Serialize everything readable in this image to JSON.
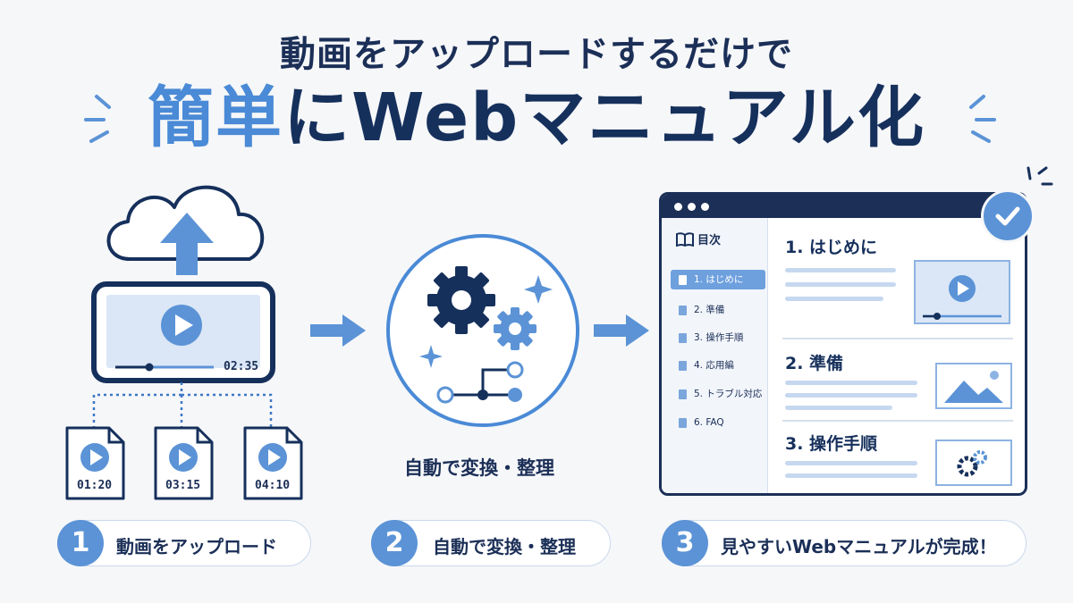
{
  "header": {
    "subtitle": "動画をアップロードするだけで",
    "headline_accent": "簡単",
    "headline_rest": "にWebマニュアル化"
  },
  "phone": {
    "time": "02:35"
  },
  "files": [
    {
      "time": "01:20"
    },
    {
      "time": "03:15"
    },
    {
      "time": "04:10"
    }
  ],
  "process": {
    "caption": "自動で変換・整理"
  },
  "browser": {
    "toc_title": "目次",
    "toc_items": [
      "1. はじめに",
      "2. 準備",
      "3. 操作手順",
      "4. 応用編",
      "5. トラブル対応",
      "6. FAQ"
    ],
    "sections": [
      "1. はじめに",
      "2. 準備",
      "3. 操作手順"
    ]
  },
  "steps": [
    {
      "num": "1",
      "label": "動画をアップロード"
    },
    {
      "num": "2",
      "label": "自動で変換・整理"
    },
    {
      "num": "3",
      "label": "見やすいWebマニュアルが完成！"
    }
  ],
  "colors": {
    "navy": "#16305c",
    "accent": "#4a8ad6",
    "light": "#c6d8ef",
    "background": "#f6f7f9"
  }
}
